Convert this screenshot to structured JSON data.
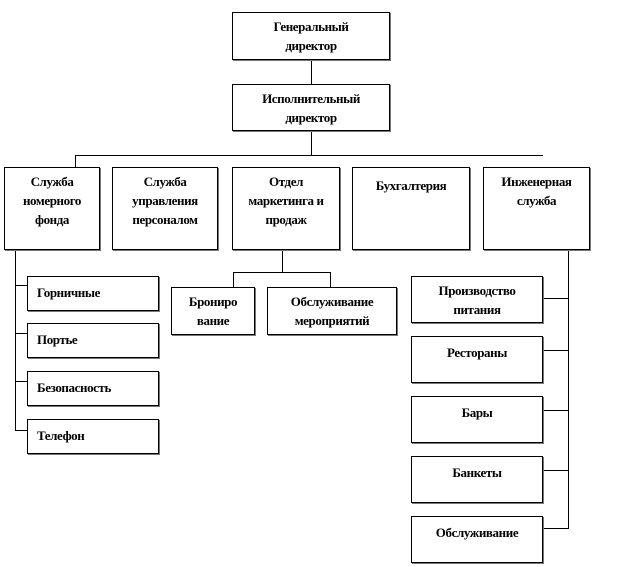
{
  "top": {
    "general_director": "Генеральный директор",
    "executive_director": "Исполнительный директор"
  },
  "departments": [
    "Служба номерного фонда",
    "Служба управления персоналом",
    "Отдел маркетинга и продаж",
    "Бухгалтерия",
    "Инженерная служба"
  ],
  "room_service_units": [
    "Горничные",
    "Портье",
    "Безопасность",
    "Телефон"
  ],
  "marketing_units": [
    "Брониро вание",
    "Обслуживание мероприятий"
  ],
  "engineering_units": [
    "Производство питания",
    "Рестораны",
    "Бары",
    "Банкеты",
    "Обслуживание"
  ]
}
